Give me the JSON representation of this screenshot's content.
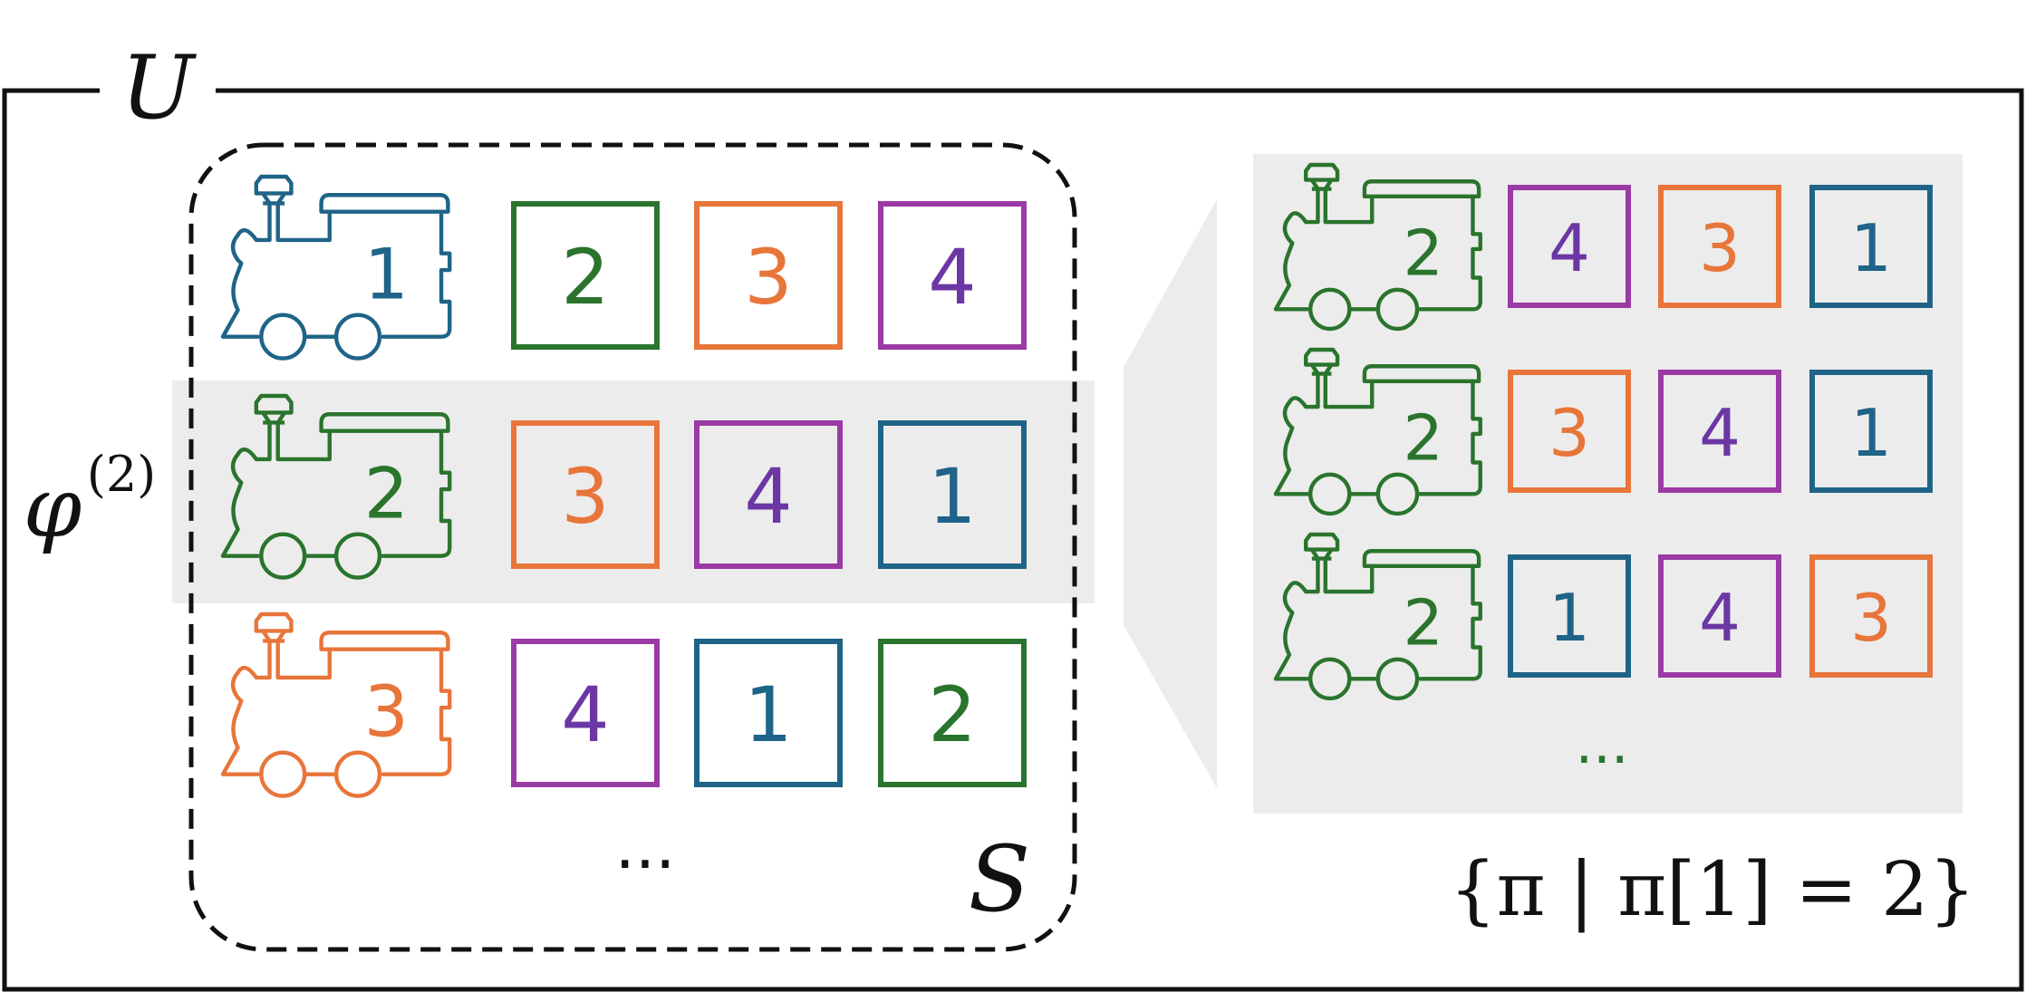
{
  "labels": {
    "universe": "U",
    "set": "S",
    "feature": "φ",
    "feature_superscript": "(2)",
    "condition": "{π | π[1] = 2}",
    "ellipsis_left": "...",
    "ellipsis_right": "..."
  },
  "colors": {
    "blue": "#1f6488",
    "green": "#2a742d",
    "orange": "#e8753a",
    "purple": "#9a3aa5",
    "text_purple": "#6b37a4",
    "highlight": "#ececec",
    "frame": "#111111"
  },
  "left_rows": [
    {
      "train": {
        "label": "1",
        "color": "blue"
      },
      "boxes": [
        {
          "label": "2",
          "color": "green"
        },
        {
          "label": "3",
          "color": "orange"
        },
        {
          "label": "4",
          "color": "purple"
        }
      ]
    },
    {
      "train": {
        "label": "2",
        "color": "green"
      },
      "highlighted": true,
      "boxes": [
        {
          "label": "3",
          "color": "orange"
        },
        {
          "label": "4",
          "color": "purple"
        },
        {
          "label": "1",
          "color": "blue"
        }
      ]
    },
    {
      "train": {
        "label": "3",
        "color": "orange"
      },
      "boxes": [
        {
          "label": "4",
          "color": "purple"
        },
        {
          "label": "1",
          "color": "blue"
        },
        {
          "label": "2",
          "color": "green"
        }
      ]
    }
  ],
  "right_rows": [
    {
      "train": {
        "label": "2",
        "color": "green"
      },
      "boxes": [
        {
          "label": "4",
          "color": "purple"
        },
        {
          "label": "3",
          "color": "orange"
        },
        {
          "label": "1",
          "color": "blue"
        }
      ]
    },
    {
      "train": {
        "label": "2",
        "color": "green"
      },
      "boxes": [
        {
          "label": "3",
          "color": "orange"
        },
        {
          "label": "4",
          "color": "purple"
        },
        {
          "label": "1",
          "color": "blue"
        }
      ]
    },
    {
      "train": {
        "label": "2",
        "color": "green"
      },
      "boxes": [
        {
          "label": "1",
          "color": "blue"
        },
        {
          "label": "4",
          "color": "purple"
        },
        {
          "label": "3",
          "color": "orange"
        }
      ]
    }
  ]
}
